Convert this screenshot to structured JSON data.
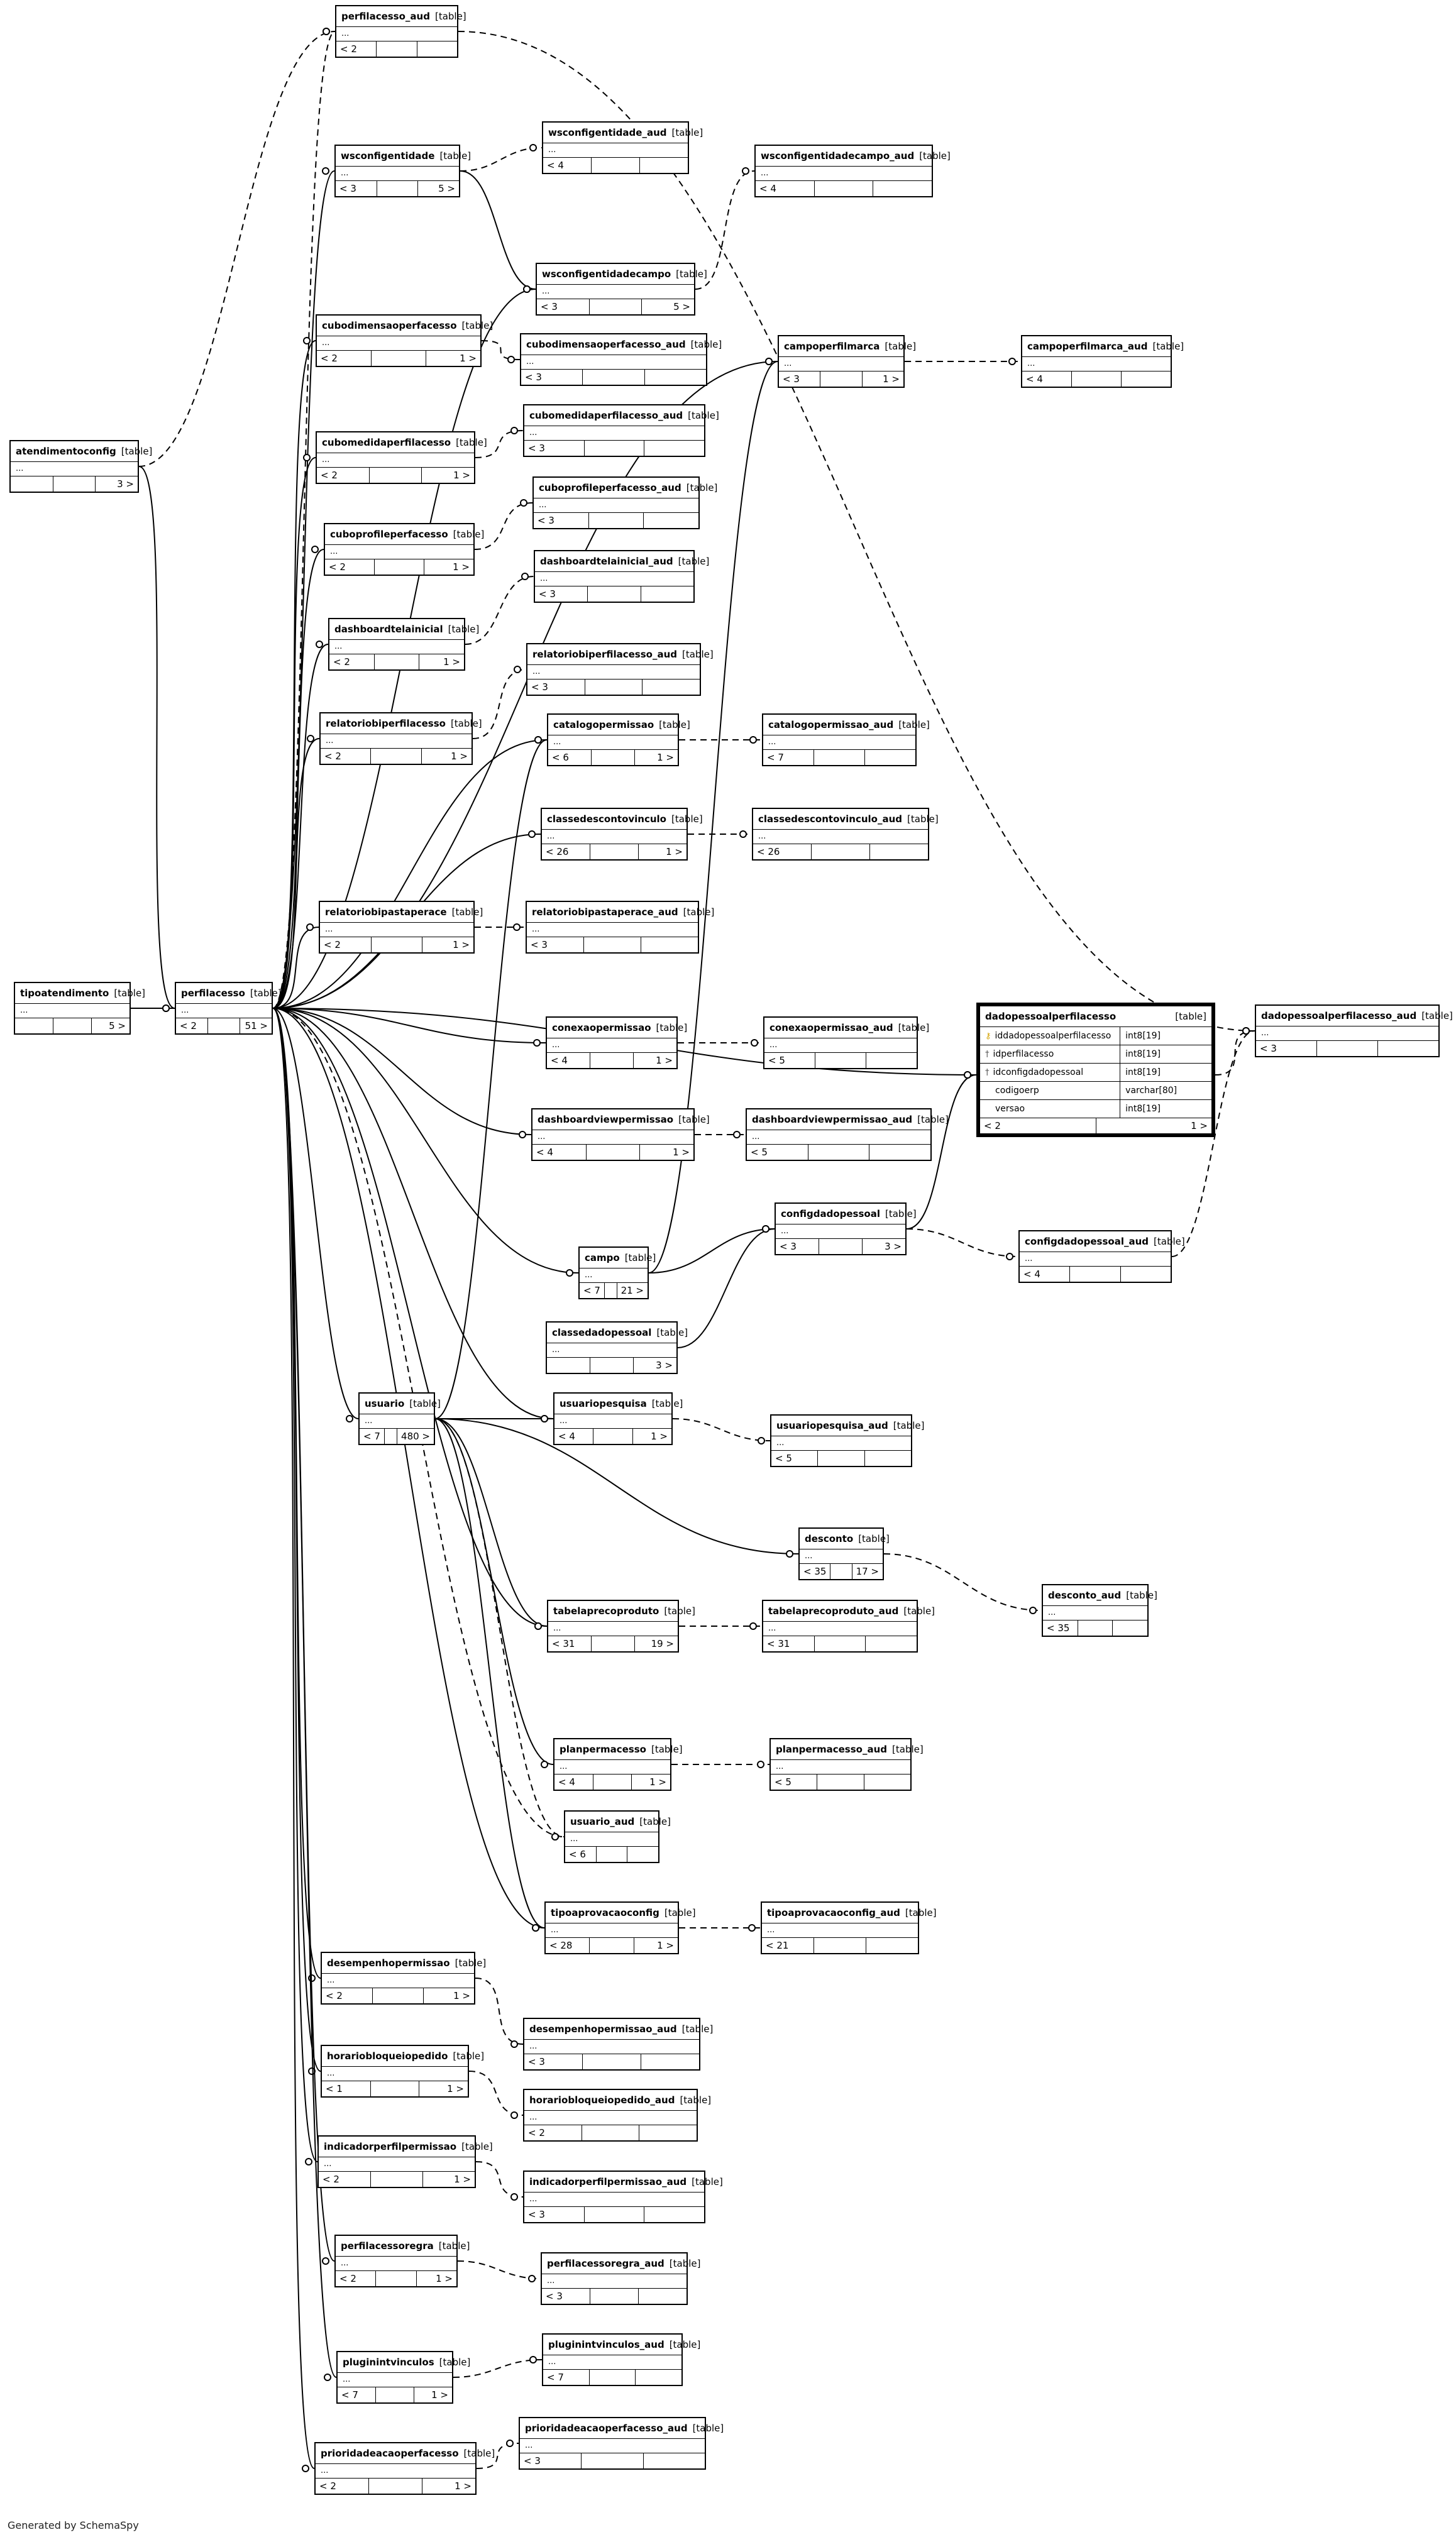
{
  "diagram": {
    "table_tag": "[table]",
    "ellipsis": "...",
    "footer": "Generated by SchemaSpy",
    "focus_table": {
      "name": "dadopessoalperfilacesso",
      "tag": "[table]",
      "columns": [
        {
          "name": "iddadopessoalperfilacesso",
          "type": "int8[19]",
          "key": "pk"
        },
        {
          "name": "idperfilacesso",
          "type": "int8[19]",
          "key": "fk"
        },
        {
          "name": "idconfigdadopessoal",
          "type": "int8[19]",
          "key": "fk"
        },
        {
          "name": "codigoerp",
          "type": "varchar[80]",
          "key": "none"
        },
        {
          "name": "versao",
          "type": "int8[19]",
          "key": "none"
        }
      ],
      "footer_left": "< 2",
      "footer_right": "1 >"
    },
    "tables": [
      {
        "id": "perfilacesso_aud",
        "name": "perfilacesso_aud",
        "footer": [
          "< 2",
          "",
          ""
        ]
      },
      {
        "id": "wsconfigentidade_aud",
        "name": "wsconfigentidade_aud",
        "footer": [
          "< 4",
          "",
          ""
        ]
      },
      {
        "id": "wsconfigentidade",
        "name": "wsconfigentidade",
        "footer": [
          "< 3",
          "",
          "5 >"
        ]
      },
      {
        "id": "wsconfigentidadecampo_aud",
        "name": "wsconfigentidadecampo_aud",
        "footer": [
          "< 4",
          "",
          ""
        ]
      },
      {
        "id": "wsconfigentidadecampo",
        "name": "wsconfigentidadecampo",
        "footer": [
          "< 3",
          "",
          "5 >"
        ]
      },
      {
        "id": "cubodimensaoperfacesso",
        "name": "cubodimensaoperfacesso",
        "footer": [
          "< 2",
          "",
          "1 >"
        ]
      },
      {
        "id": "cubodimensaoperfacesso_aud",
        "name": "cubodimensaoperfacesso_aud",
        "footer": [
          "< 3",
          "",
          ""
        ]
      },
      {
        "id": "campoperfilmarca",
        "name": "campoperfilmarca",
        "footer": [
          "< 3",
          "",
          "1 >"
        ]
      },
      {
        "id": "campoperfilmarca_aud",
        "name": "campoperfilmarca_aud",
        "footer": [
          "< 4",
          "",
          ""
        ]
      },
      {
        "id": "atendimentoconfig",
        "name": "atendimentoconfig",
        "footer": [
          "",
          "",
          "3 >"
        ]
      },
      {
        "id": "cubomedidaperfilacesso",
        "name": "cubomedidaperfilacesso",
        "footer": [
          "< 2",
          "",
          "1 >"
        ]
      },
      {
        "id": "cubomedidaperfilacesso_aud",
        "name": "cubomedidaperfilacesso_aud",
        "footer": [
          "< 3",
          "",
          ""
        ]
      },
      {
        "id": "cuboprofileperfacesso_aud",
        "name": "cuboprofileperfacesso_aud",
        "footer": [
          "< 3",
          "",
          ""
        ]
      },
      {
        "id": "cuboprofileperfacesso",
        "name": "cuboprofileperfacesso",
        "footer": [
          "< 2",
          "",
          "1 >"
        ]
      },
      {
        "id": "dashboardtelainicial_aud",
        "name": "dashboardtelainicial_aud",
        "footer": [
          "< 3",
          "",
          ""
        ]
      },
      {
        "id": "dashboardtelainicial",
        "name": "dashboardtelainicial",
        "footer": [
          "< 2",
          "",
          "1 >"
        ]
      },
      {
        "id": "relatoriobiperfilacesso_aud",
        "name": "relatoriobiperfilacesso_aud",
        "footer": [
          "< 3",
          "",
          ""
        ]
      },
      {
        "id": "relatoriobiperfilacesso",
        "name": "relatoriobiperfilacesso",
        "footer": [
          "< 2",
          "",
          "1 >"
        ]
      },
      {
        "id": "catalogopermissao",
        "name": "catalogopermissao",
        "footer": [
          "< 6",
          "",
          "1 >"
        ]
      },
      {
        "id": "catalogopermissao_aud",
        "name": "catalogopermissao_aud",
        "footer": [
          "< 7",
          "",
          ""
        ]
      },
      {
        "id": "classedescontovinculo",
        "name": "classedescontovinculo",
        "footer": [
          "< 26",
          "",
          "1 >"
        ]
      },
      {
        "id": "classedescontovinculo_aud",
        "name": "classedescontovinculo_aud",
        "footer": [
          "< 26",
          "",
          ""
        ]
      },
      {
        "id": "relatoriobipastaperace",
        "name": "relatoriobipastaperace",
        "footer": [
          "< 2",
          "",
          "1 >"
        ]
      },
      {
        "id": "relatoriobipastaperace_aud",
        "name": "relatoriobipastaperace_aud",
        "footer": [
          "< 3",
          "",
          ""
        ]
      },
      {
        "id": "tipoatendimento",
        "name": "tipoatendimento",
        "footer": [
          "",
          "",
          "5 >"
        ]
      },
      {
        "id": "perfilacesso",
        "name": "perfilacesso",
        "footer": [
          "< 2",
          "",
          "51 >"
        ]
      },
      {
        "id": "conexaopermissao",
        "name": "conexaopermissao",
        "footer": [
          "< 4",
          "",
          "1 >"
        ]
      },
      {
        "id": "conexaopermissao_aud",
        "name": "conexaopermissao_aud",
        "footer": [
          "< 5",
          "",
          ""
        ]
      },
      {
        "id": "dadopessoalperfilacesso_aud",
        "name": "dadopessoalperfilacesso_aud",
        "footer": [
          "< 3",
          "",
          ""
        ]
      },
      {
        "id": "dashboardviewpermissao",
        "name": "dashboardviewpermissao",
        "footer": [
          "< 4",
          "",
          "1 >"
        ]
      },
      {
        "id": "dashboardviewpermissao_aud",
        "name": "dashboardviewpermissao_aud",
        "footer": [
          "< 5",
          "",
          ""
        ]
      },
      {
        "id": "configdadopessoal",
        "name": "configdadopessoal",
        "footer": [
          "< 3",
          "",
          "3 >"
        ]
      },
      {
        "id": "configdadopessoal_aud",
        "name": "configdadopessoal_aud",
        "footer": [
          "< 4",
          "",
          ""
        ]
      },
      {
        "id": "campo",
        "name": "campo",
        "footer": [
          "< 7",
          "",
          "21 >"
        ]
      },
      {
        "id": "classedadopessoal",
        "name": "classedadopessoal",
        "footer": [
          "",
          "",
          "3 >"
        ]
      },
      {
        "id": "usuario",
        "name": "usuario",
        "footer": [
          "< 7",
          "",
          "480 >"
        ]
      },
      {
        "id": "usuariopesquisa",
        "name": "usuariopesquisa",
        "footer": [
          "< 4",
          "",
          "1 >"
        ]
      },
      {
        "id": "usuariopesquisa_aud",
        "name": "usuariopesquisa_aud",
        "footer": [
          "< 5",
          "",
          ""
        ]
      },
      {
        "id": "desconto",
        "name": "desconto",
        "footer": [
          "< 35",
          "",
          "17 >"
        ]
      },
      {
        "id": "desconto_aud",
        "name": "desconto_aud",
        "footer": [
          "< 35",
          "",
          ""
        ]
      },
      {
        "id": "tabelaprecoproduto",
        "name": "tabelaprecoproduto",
        "footer": [
          "< 31",
          "",
          "19 >"
        ]
      },
      {
        "id": "tabelaprecoproduto_aud",
        "name": "tabelaprecoproduto_aud",
        "footer": [
          "< 31",
          "",
          ""
        ]
      },
      {
        "id": "planpermacesso",
        "name": "planpermacesso",
        "footer": [
          "< 4",
          "",
          "1 >"
        ]
      },
      {
        "id": "planpermacesso_aud",
        "name": "planpermacesso_aud",
        "footer": [
          "< 5",
          "",
          ""
        ]
      },
      {
        "id": "usuario_aud",
        "name": "usuario_aud",
        "footer": [
          "< 6",
          "",
          ""
        ]
      },
      {
        "id": "tipoaprovacaoconfig",
        "name": "tipoaprovacaoconfig",
        "footer": [
          "< 28",
          "",
          "1 >"
        ]
      },
      {
        "id": "tipoaprovacaoconfig_aud",
        "name": "tipoaprovacaoconfig_aud",
        "footer": [
          "< 21",
          "",
          ""
        ]
      },
      {
        "id": "desempenhopermissao",
        "name": "desempenhopermissao",
        "footer": [
          "< 2",
          "",
          "1 >"
        ]
      },
      {
        "id": "desempenhopermissao_aud",
        "name": "desempenhopermissao_aud",
        "footer": [
          "< 3",
          "",
          ""
        ]
      },
      {
        "id": "horariobloqueiopedido",
        "name": "horariobloqueiopedido",
        "footer": [
          "< 1",
          "",
          "1 >"
        ]
      },
      {
        "id": "horariobloqueiopedido_aud",
        "name": "horariobloqueiopedido_aud",
        "footer": [
          "< 2",
          "",
          ""
        ]
      },
      {
        "id": "indicadorperfilpermissao",
        "name": "indicadorperfilpermissao",
        "footer": [
          "< 2",
          "",
          "1 >"
        ]
      },
      {
        "id": "indicadorperfilpermissao_aud",
        "name": "indicadorperfilpermissao_aud",
        "footer": [
          "< 3",
          "",
          ""
        ]
      },
      {
        "id": "perfilacessoregra",
        "name": "perfilacessoregra",
        "footer": [
          "< 2",
          "",
          "1 >"
        ]
      },
      {
        "id": "perfilacessoregra_aud",
        "name": "perfilacessoregra_aud",
        "footer": [
          "< 3",
          "",
          ""
        ]
      },
      {
        "id": "pluginintvinculos_aud",
        "name": "pluginintvinculos_aud",
        "footer": [
          "< 7",
          "",
          ""
        ]
      },
      {
        "id": "pluginintvinculos",
        "name": "pluginintvinculos",
        "footer": [
          "< 7",
          "",
          "1 >"
        ]
      },
      {
        "id": "prioridadeacaoperfacesso_aud",
        "name": "prioridadeacaoperfacesso_aud",
        "footer": [
          "< 3",
          "",
          ""
        ]
      },
      {
        "id": "prioridadeacaoperfacesso",
        "name": "prioridadeacaoperfacesso",
        "footer": [
          "< 2",
          "",
          "1 >"
        ]
      }
    ],
    "relationships": [
      [
        "perfilacesso",
        "perfilacesso_aud",
        "dashed"
      ],
      [
        "perfilacesso",
        "wsconfigentidade",
        "solid"
      ],
      [
        "wsconfigentidade",
        "wsconfigentidade_aud",
        "dashed"
      ],
      [
        "wsconfigentidade",
        "wsconfigentidadecampo",
        "solid"
      ],
      [
        "wsconfigentidadecampo",
        "wsconfigentidadecampo_aud",
        "dashed"
      ],
      [
        "perfilacesso",
        "wsconfigentidadecampo",
        "solid"
      ],
      [
        "perfilacesso",
        "cubodimensaoperfacesso",
        "solid"
      ],
      [
        "cubodimensaoperfacesso",
        "cubodimensaoperfacesso_aud",
        "dashed"
      ],
      [
        "perfilacesso",
        "campoperfilmarca",
        "solid"
      ],
      [
        "campoperfilmarca",
        "campoperfilmarca_aud",
        "dashed"
      ],
      [
        "campo",
        "campoperfilmarca",
        "solid"
      ],
      [
        "atendimentoconfig",
        "perfilacesso_aud",
        "dashed"
      ],
      [
        "atendimentoconfig",
        "perfilacesso",
        "solid"
      ],
      [
        "perfilacesso",
        "cubomedidaperfilacesso",
        "solid"
      ],
      [
        "cubomedidaperfilacesso",
        "cubomedidaperfilacesso_aud",
        "dashed"
      ],
      [
        "perfilacesso",
        "cuboprofileperfacesso",
        "solid"
      ],
      [
        "cuboprofileperfacesso",
        "cuboprofileperfacesso_aud",
        "dashed"
      ],
      [
        "perfilacesso",
        "dashboardtelainicial",
        "solid"
      ],
      [
        "dashboardtelainicial",
        "dashboardtelainicial_aud",
        "dashed"
      ],
      [
        "perfilacesso",
        "relatoriobiperfilacesso",
        "solid"
      ],
      [
        "relatoriobiperfilacesso",
        "relatoriobiperfilacesso_aud",
        "dashed"
      ],
      [
        "perfilacesso",
        "catalogopermissao",
        "solid"
      ],
      [
        "usuario",
        "catalogopermissao",
        "solid"
      ],
      [
        "catalogopermissao",
        "catalogopermissao_aud",
        "dashed"
      ],
      [
        "perfilacesso",
        "classedescontovinculo",
        "solid"
      ],
      [
        "classedescontovinculo",
        "classedescontovinculo_aud",
        "dashed"
      ],
      [
        "perfilacesso",
        "relatoriobipastaperace",
        "solid"
      ],
      [
        "relatoriobipastaperace",
        "relatoriobipastaperace_aud",
        "dashed"
      ],
      [
        "tipoatendimento",
        "perfilacesso",
        "solid"
      ],
      [
        "perfilacesso",
        "dadopessoalperfilacesso",
        "solid"
      ],
      [
        "configdadopessoal",
        "dadopessoalperfilacesso",
        "solid"
      ],
      [
        "dadopessoalperfilacesso",
        "dadopessoalperfilacesso_aud",
        "dashed"
      ],
      [
        "perfilacesso_aud",
        "dadopessoalperfilacesso_aud",
        "dashed"
      ],
      [
        "perfilacesso",
        "conexaopermissao",
        "solid"
      ],
      [
        "conexaopermissao",
        "conexaopermissao_aud",
        "dashed"
      ],
      [
        "perfilacesso",
        "dashboardviewpermissao",
        "solid"
      ],
      [
        "dashboardviewpermissao",
        "dashboardviewpermissao_aud",
        "dashed"
      ],
      [
        "campo",
        "configdadopessoal",
        "solid"
      ],
      [
        "classedadopessoal",
        "configdadopessoal",
        "solid"
      ],
      [
        "configdadopessoal",
        "configdadopessoal_aud",
        "dashed"
      ],
      [
        "configdadopessoal_aud",
        "dadopessoalperfilacesso_aud",
        "dashed"
      ],
      [
        "perfilacesso",
        "campo",
        "solid"
      ],
      [
        "perfilacesso",
        "usuario",
        "solid"
      ],
      [
        "usuario",
        "usuariopesquisa",
        "solid"
      ],
      [
        "usuariopesquisa",
        "usuariopesquisa_aud",
        "dashed"
      ],
      [
        "usuario",
        "desconto",
        "solid"
      ],
      [
        "desconto",
        "desconto_aud",
        "dashed"
      ],
      [
        "usuario",
        "tabelaprecoproduto",
        "solid"
      ],
      [
        "tabelaprecoproduto",
        "tabelaprecoproduto_aud",
        "dashed"
      ],
      [
        "usuario",
        "planpermacesso",
        "solid"
      ],
      [
        "planpermacesso",
        "planpermacesso_aud",
        "dashed"
      ],
      [
        "usuario",
        "usuario_aud",
        "dashed"
      ],
      [
        "usuario",
        "tipoaprovacaoconfig",
        "solid"
      ],
      [
        "tipoaprovacaoconfig",
        "tipoaprovacaoconfig_aud",
        "dashed"
      ],
      [
        "perfilacesso",
        "desempenhopermissao",
        "solid"
      ],
      [
        "desempenhopermissao",
        "desempenhopermissao_aud",
        "dashed"
      ],
      [
        "perfilacesso",
        "horariobloqueiopedido",
        "solid"
      ],
      [
        "horariobloqueiopedido",
        "horariobloqueiopedido_aud",
        "dashed"
      ],
      [
        "perfilacesso",
        "indicadorperfilpermissao",
        "solid"
      ],
      [
        "indicadorperfilpermissao",
        "indicadorperfilpermissao_aud",
        "dashed"
      ],
      [
        "perfilacesso",
        "perfilacessoregra",
        "solid"
      ],
      [
        "perfilacessoregra",
        "perfilacessoregra_aud",
        "dashed"
      ],
      [
        "perfilacesso",
        "pluginintvinculos",
        "solid"
      ],
      [
        "pluginintvinculos",
        "pluginintvinculos_aud",
        "dashed"
      ],
      [
        "perfilacesso",
        "prioridadeacaoperfacesso",
        "solid"
      ],
      [
        "prioridadeacaoperfacesso",
        "prioridadeacaoperfacesso_aud",
        "dashed"
      ],
      [
        "perfilacesso",
        "usuariopesquisa",
        "solid"
      ],
      [
        "perfilacesso",
        "tabelaprecoproduto",
        "solid"
      ],
      [
        "perfilacesso",
        "tipoaprovacaoconfig",
        "solid"
      ],
      [
        "perfilacesso",
        "usuario_aud",
        "dashed"
      ]
    ]
  }
}
